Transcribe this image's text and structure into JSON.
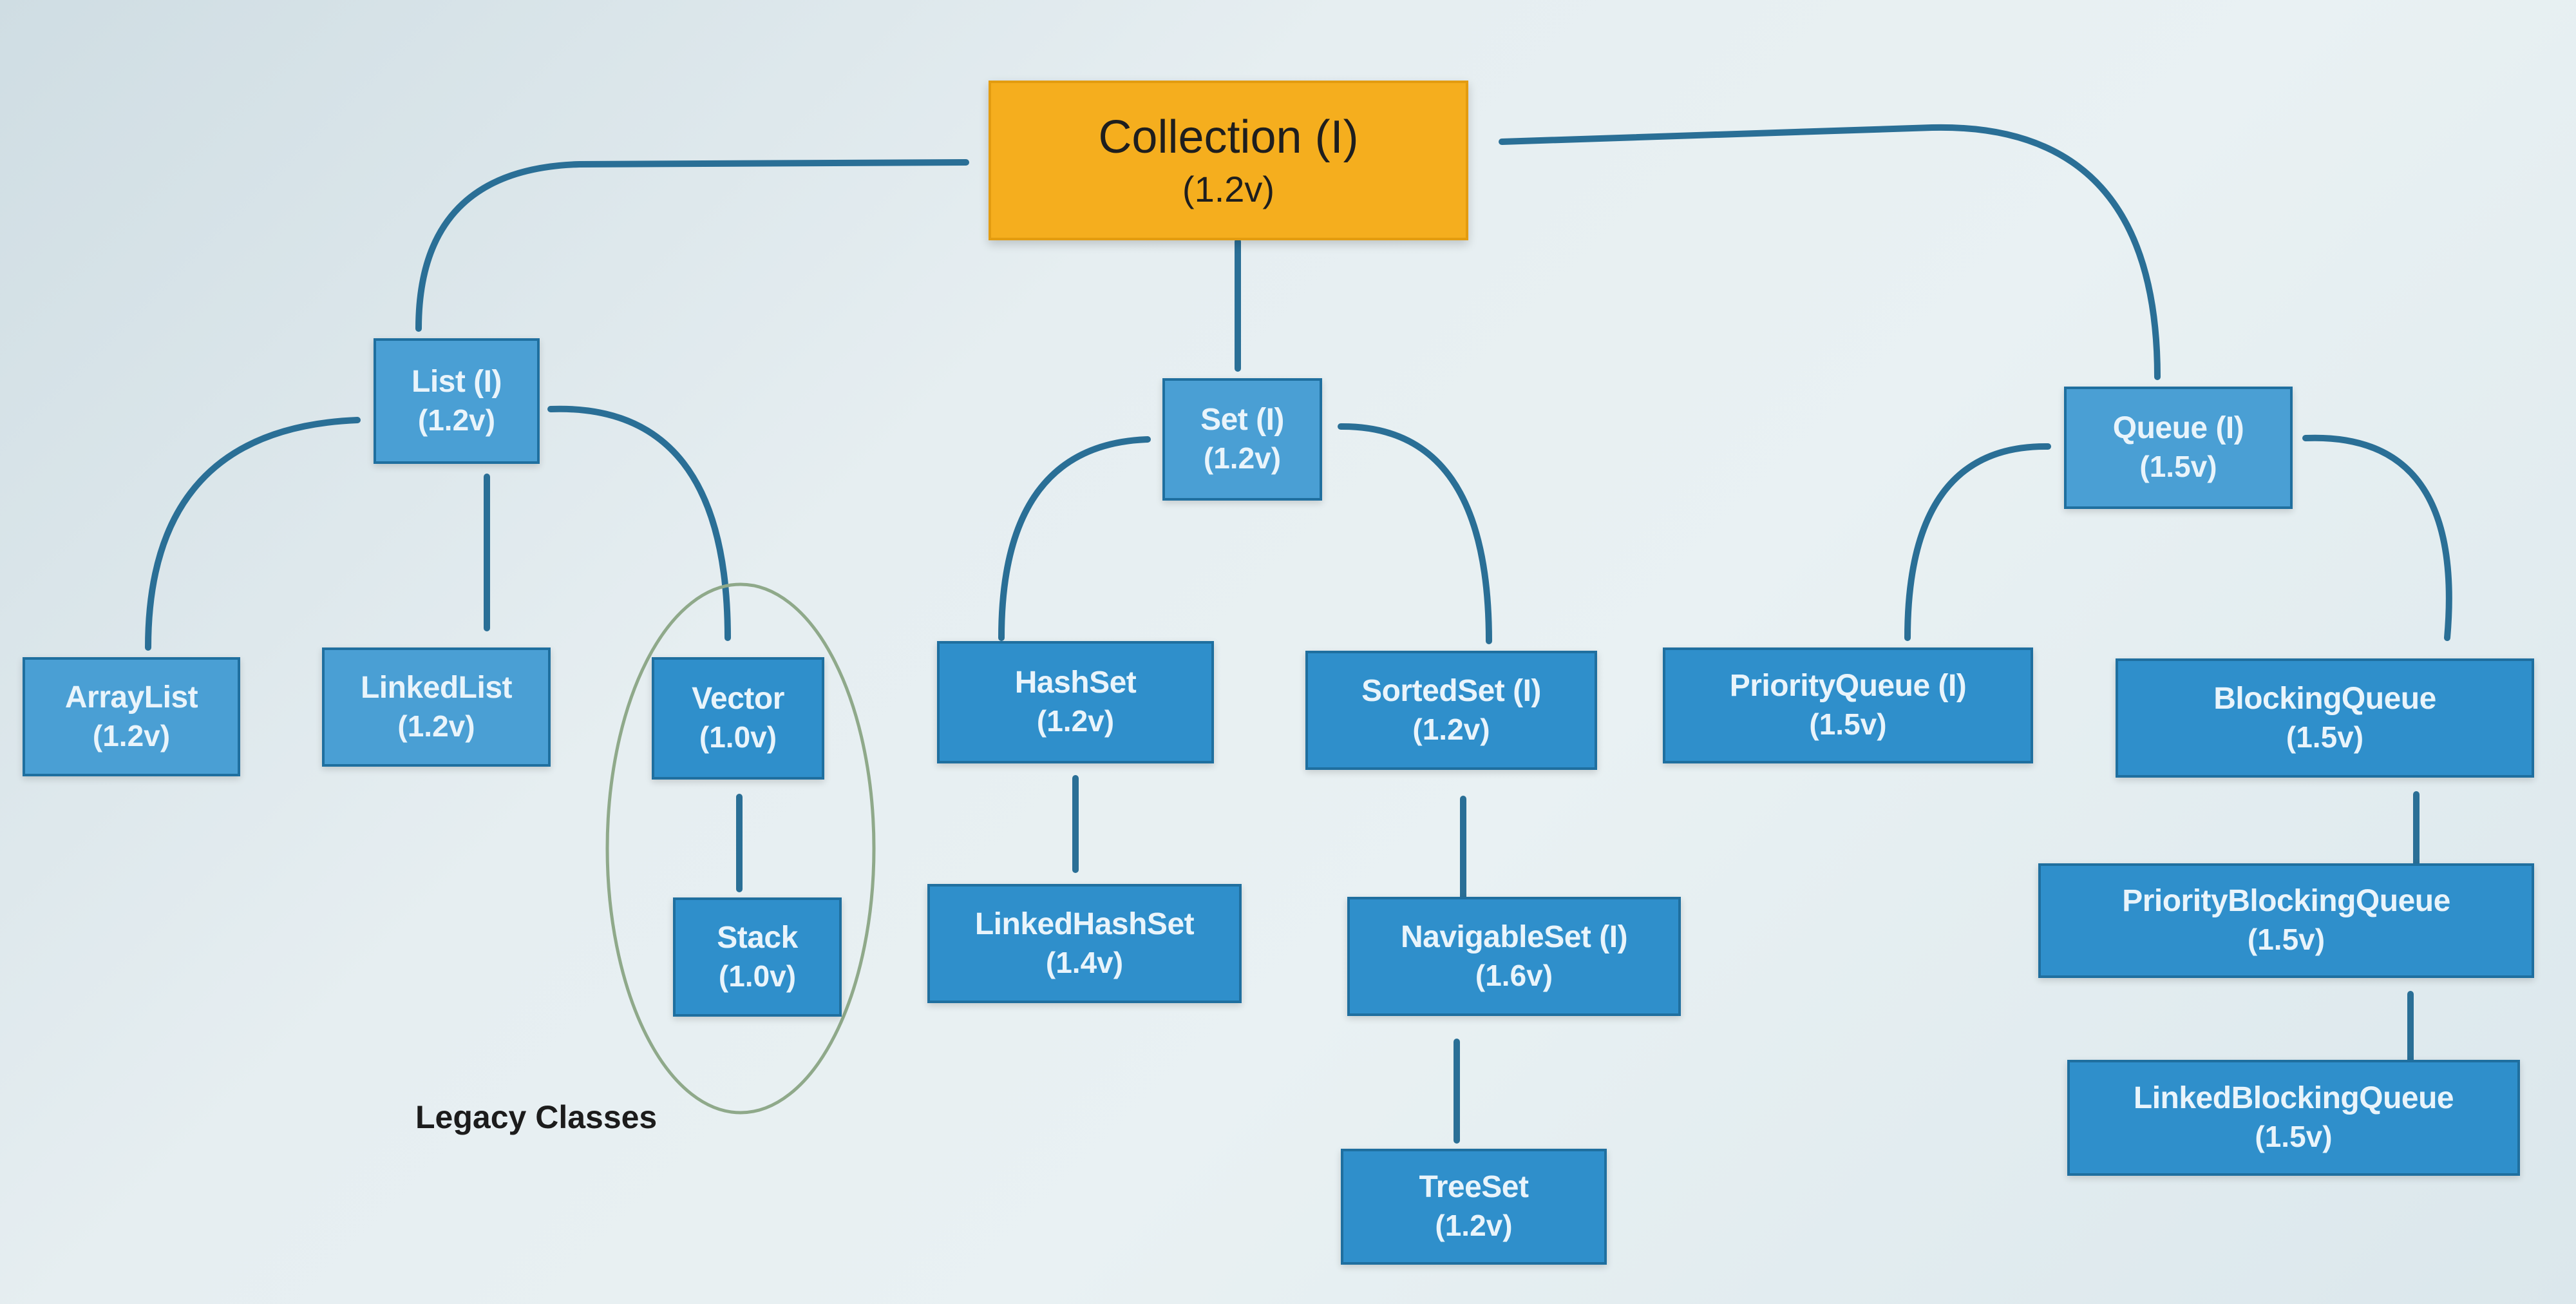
{
  "diagram": {
    "root": {
      "name": "Collection (I)",
      "version": "(1.2v)"
    },
    "nodes": {
      "list": {
        "name": "List (I)",
        "version": "(1.2v)"
      },
      "set": {
        "name": "Set (I)",
        "version": "(1.2v)"
      },
      "queue": {
        "name": "Queue (I)",
        "version": "(1.5v)"
      },
      "arraylist": {
        "name": "ArrayList",
        "version": "(1.2v)"
      },
      "linkedlist": {
        "name": "LinkedList",
        "version": "(1.2v)"
      },
      "vector": {
        "name": "Vector",
        "version": "(1.0v)"
      },
      "stack": {
        "name": "Stack",
        "version": "(1.0v)"
      },
      "hashset": {
        "name": "HashSet",
        "version": "(1.2v)"
      },
      "linkedhashset": {
        "name": "LinkedHashSet",
        "version": "(1.4v)"
      },
      "sortedset": {
        "name": "SortedSet (I)",
        "version": "(1.2v)"
      },
      "navigableset": {
        "name": "NavigableSet (I)",
        "version": "(1.6v)"
      },
      "treeset": {
        "name": "TreeSet",
        "version": "(1.2v)"
      },
      "priorityqueue": {
        "name": "PriorityQueue (I)",
        "version": "(1.5v)"
      },
      "blockingqueue": {
        "name": "BlockingQueue",
        "version": "(1.5v)"
      },
      "priorityblockingqueue": {
        "name": "PriorityBlockingQueue",
        "version": "(1.5v)"
      },
      "linkedblockingqueue": {
        "name": "LinkedBlockingQueue",
        "version": "(1.5v)"
      }
    },
    "legacy_label": "Legacy Classes",
    "colors": {
      "root_fill": "#f5ae1e",
      "node_fill": "#2f8fcb",
      "node_border": "#1f6f9f",
      "connector": "#2a6f96",
      "legacy_ellipse": "#8fa98a"
    }
  }
}
